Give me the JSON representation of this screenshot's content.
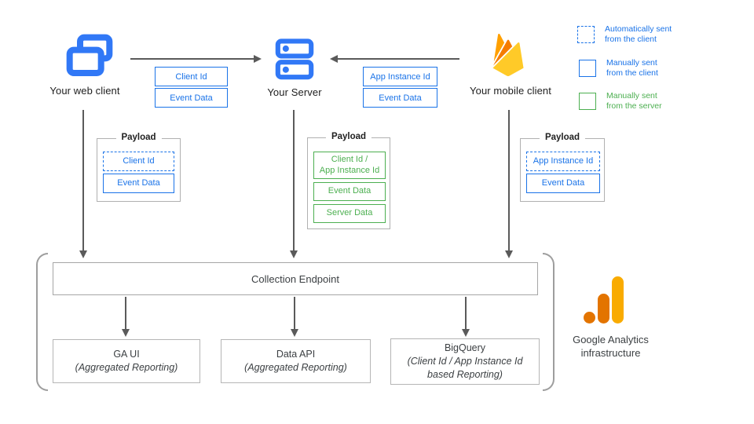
{
  "nodes": {
    "web_client": {
      "label": "Your web client"
    },
    "server": {
      "label": "Your Server"
    },
    "mobile_client": {
      "label": "Your mobile client"
    }
  },
  "transfers": {
    "web_to_server": {
      "items": [
        "Client Id",
        "Event Data"
      ]
    },
    "mobile_to_server": {
      "items": [
        "App Instance Id",
        "Event Data"
      ]
    }
  },
  "legend": {
    "items": [
      {
        "label": "Automatically sent\nfrom the client",
        "style": "dashed-blue"
      },
      {
        "label": "Manually sent\nfrom the client",
        "style": "solid-blue"
      },
      {
        "label": "Manually sent\nfrom the server",
        "style": "solid-green"
      }
    ]
  },
  "payloads": [
    {
      "title": "Payload",
      "items": [
        {
          "label": "Client Id",
          "type": "auto-client"
        },
        {
          "label": "Event Data",
          "type": "manual-client"
        }
      ]
    },
    {
      "title": "Payload",
      "items": [
        {
          "label": "Client Id /\nApp Instance Id",
          "type": "manual-server"
        },
        {
          "label": "Event Data",
          "type": "manual-server"
        },
        {
          "label": "Server Data",
          "type": "manual-server"
        }
      ]
    },
    {
      "title": "Payload",
      "items": [
        {
          "label": "App Instance Id",
          "type": "auto-client"
        },
        {
          "label": "Event Data",
          "type": "manual-client"
        }
      ]
    }
  ],
  "infrastructure": {
    "collection_endpoint": "Collection Endpoint",
    "outputs": [
      {
        "title": "GA UI",
        "subtitle": "(Aggregated Reporting)"
      },
      {
        "title": "Data API",
        "subtitle": "(Aggregated Reporting)"
      },
      {
        "title": "BigQuery",
        "subtitle": "(Client Id / App Instance Id\nbased Reporting)"
      }
    ],
    "caption": "Google Analytics\ninfrastructure"
  },
  "colors": {
    "blue": "#1a73e8",
    "green": "#4caf50",
    "icon_blue": "#3178f6",
    "arrow_gray": "#5a5a5a",
    "firebase_yellow": "#FFCA28",
    "firebase_orange": "#FFA000",
    "firebase_dark_orange": "#F57C00",
    "ga_amber": "#F9AB00",
    "ga_orange": "#E37400"
  }
}
